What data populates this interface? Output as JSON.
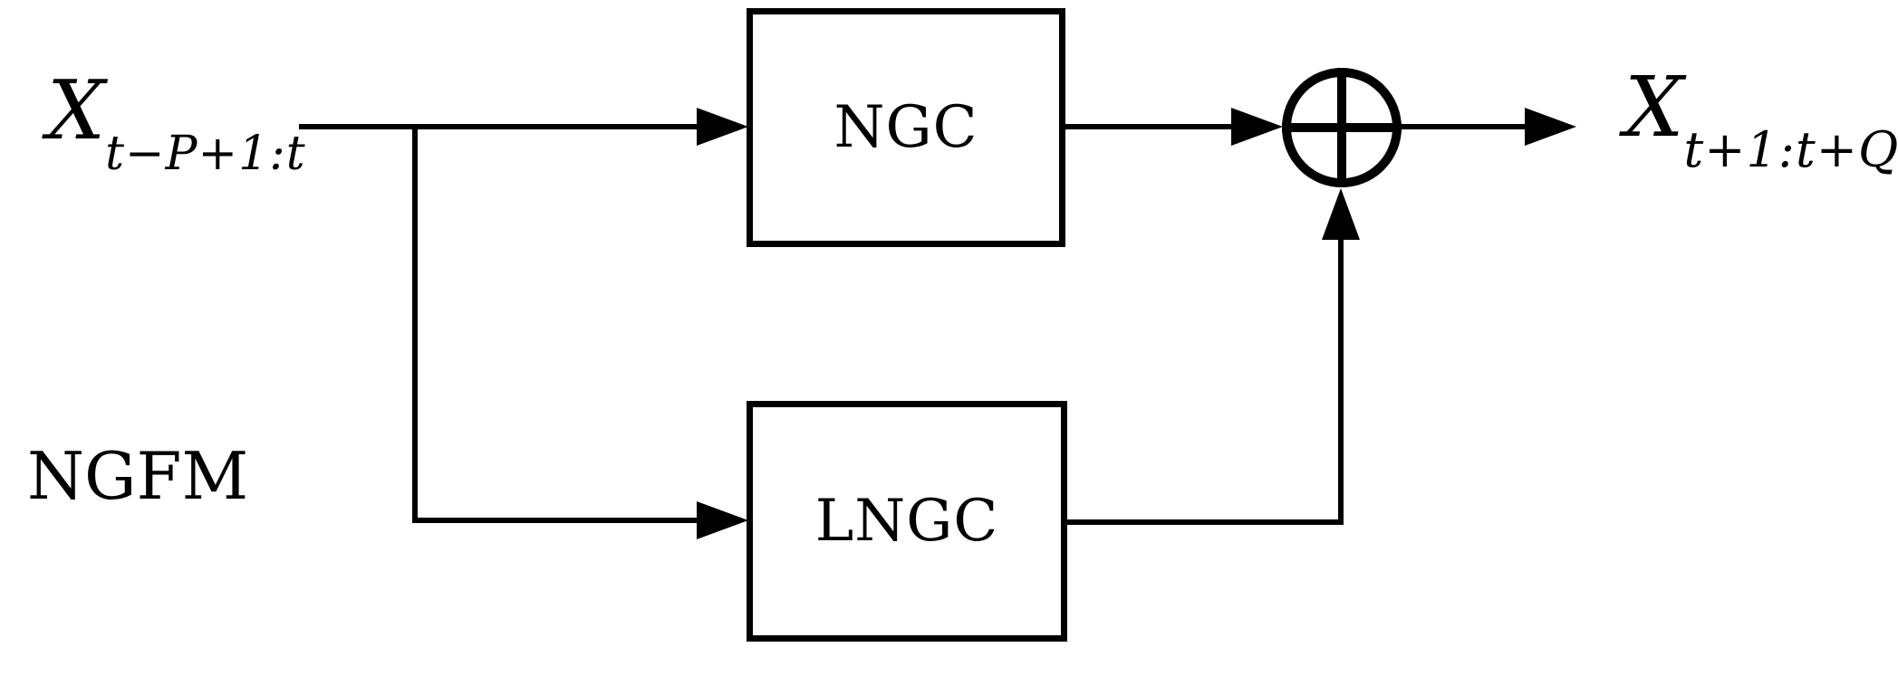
{
  "figure": {
    "model_label": "NGFM",
    "input_label": {
      "base": "X",
      "subscript": "t−P+1:t"
    },
    "output_label": {
      "base": "X",
      "subscript": "t+1:t+Q"
    },
    "ngc_block": {
      "label": "NGC"
    },
    "lngc_block": {
      "label": "LNGC"
    },
    "sum_junction": {
      "icon": "circle-plus",
      "symbol": "⊕"
    },
    "colors": {
      "ink": "#000000",
      "background": "#ffffff"
    }
  }
}
